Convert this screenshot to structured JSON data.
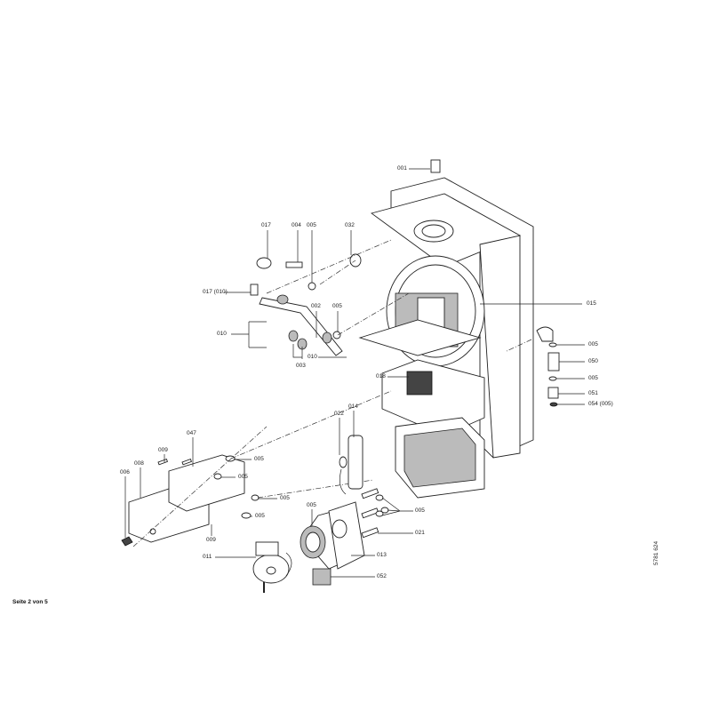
{
  "diagram": {
    "labels": [
      "001",
      "017",
      "004",
      "005",
      "032",
      "017 (010)",
      "002",
      "005",
      "010",
      "010",
      "003",
      "015",
      "005",
      "050",
      "005",
      "051",
      "054 (005)",
      "018",
      "022",
      "014",
      "047",
      "009",
      "005",
      "008",
      "006",
      "005",
      "005",
      "005",
      "009",
      "005",
      "005",
      "021",
      "011",
      "013",
      "052"
    ]
  },
  "footer": {
    "page": "Seite 2 von 5",
    "doc_number": "5781 624"
  }
}
